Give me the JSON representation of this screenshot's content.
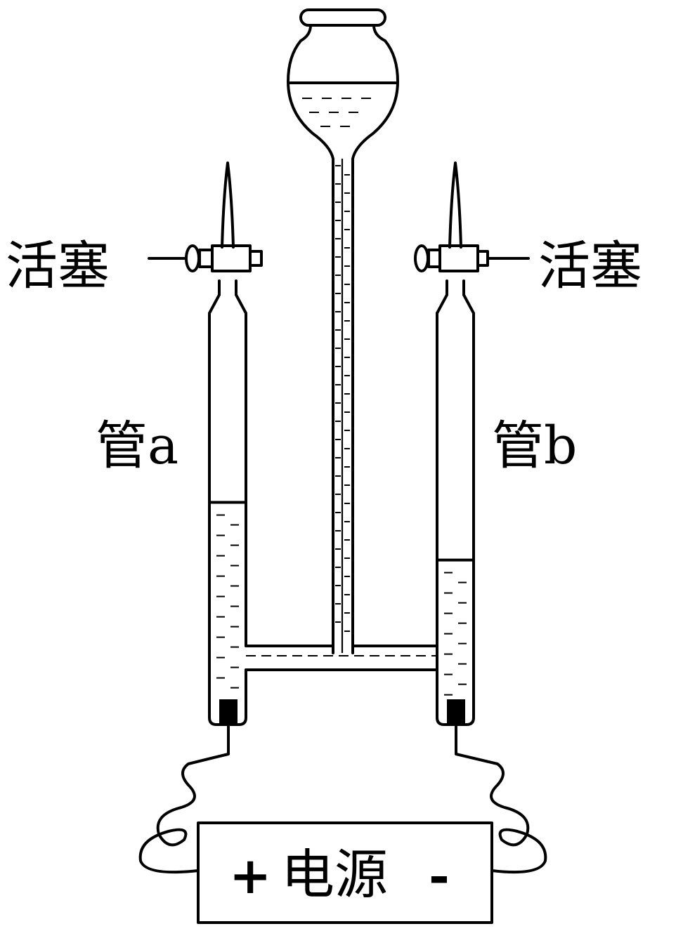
{
  "labels": {
    "stopcock_left": "活塞",
    "stopcock_right": "活塞",
    "tube_a": "管a",
    "tube_b": "管b",
    "power_plus": "+",
    "power_label": "电源",
    "power_minus": "-"
  },
  "liquid_level": {
    "tube_a_fraction_of_body": 0.54,
    "tube_b_fraction_of_body": 0.4
  }
}
